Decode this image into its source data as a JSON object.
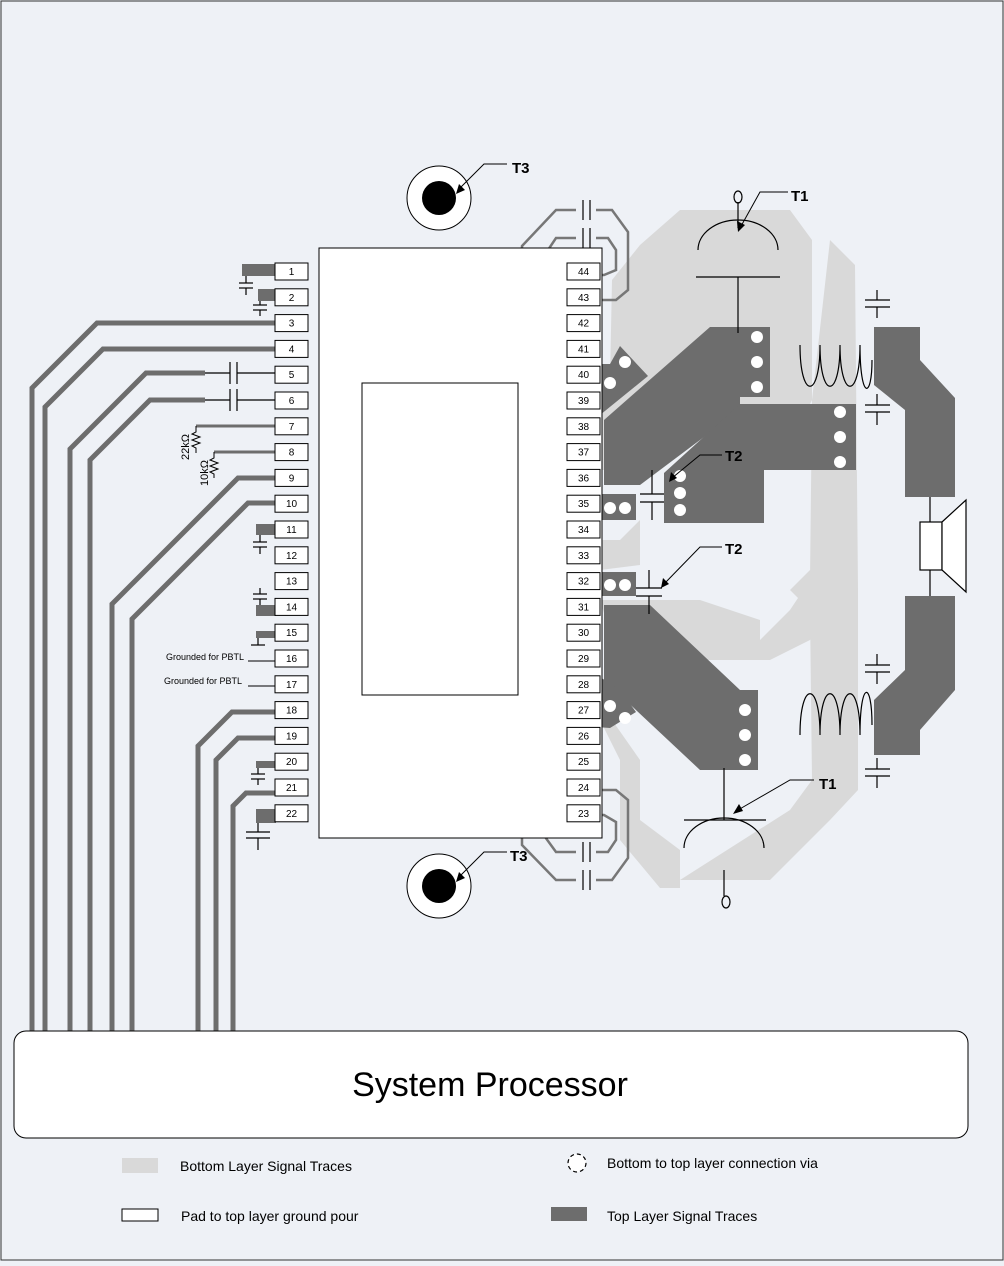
{
  "processor": {
    "label": "System Processor"
  },
  "left_pins": [
    "1",
    "2",
    "3",
    "4",
    "5",
    "6",
    "7",
    "8",
    "9",
    "10",
    "11",
    "12",
    "13",
    "14",
    "15",
    "16",
    "17",
    "18",
    "19",
    "20",
    "21",
    "22"
  ],
  "right_pins": [
    "44",
    "43",
    "42",
    "41",
    "40",
    "39",
    "38",
    "37",
    "36",
    "35",
    "34",
    "33",
    "32",
    "31",
    "30",
    "29",
    "28",
    "27",
    "26",
    "25",
    "24",
    "23"
  ],
  "notes": {
    "pin16": "Grounded for PBTL",
    "pin17": "Grounded for PBTL"
  },
  "resistors": {
    "r7": "22kΩ",
    "r8": "10kΩ"
  },
  "callouts": {
    "t3_top": "T3",
    "t3_bottom": "T3",
    "t1_top": "T1",
    "t1_bottom": "T1",
    "t2_upper": "T2",
    "t2_lower": "T2"
  },
  "legend": {
    "bottom_layer": "Bottom Layer Signal Traces",
    "pad_ground": "Pad to top layer ground pour",
    "via": "Bottom to top layer connection via",
    "top_layer": "Top Layer Signal Traces"
  },
  "colors": {
    "background": "#eef1f6",
    "bottom_layer": "#d9d9d9",
    "top_layer": "#6d6d6d",
    "routing": "#6d6d6d",
    "outline": "#000000"
  }
}
